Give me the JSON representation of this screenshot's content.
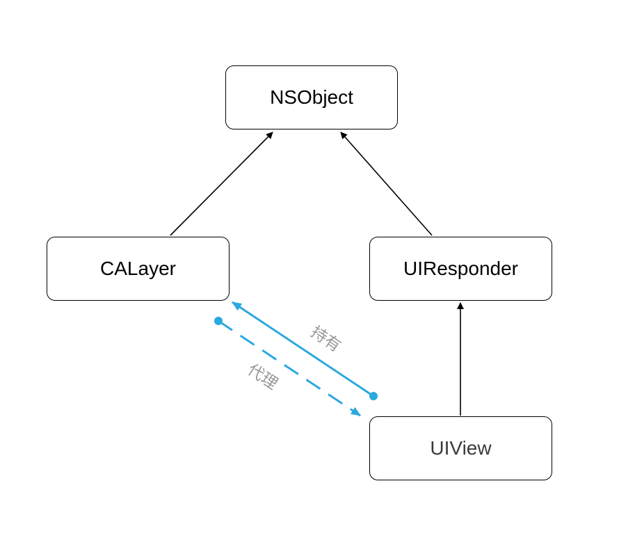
{
  "nodes": {
    "nsobject": "NSObject",
    "calayer": "CALayer",
    "uiresponder": "UIResponder",
    "uiview": "UIView"
  },
  "edges": {
    "holds_label": "持有",
    "delegate_label": "代理"
  },
  "colors": {
    "inheritance_line": "#000000",
    "relation_line": "#2aa8e0",
    "relation_label": "#999999",
    "node_border": "#000000"
  }
}
